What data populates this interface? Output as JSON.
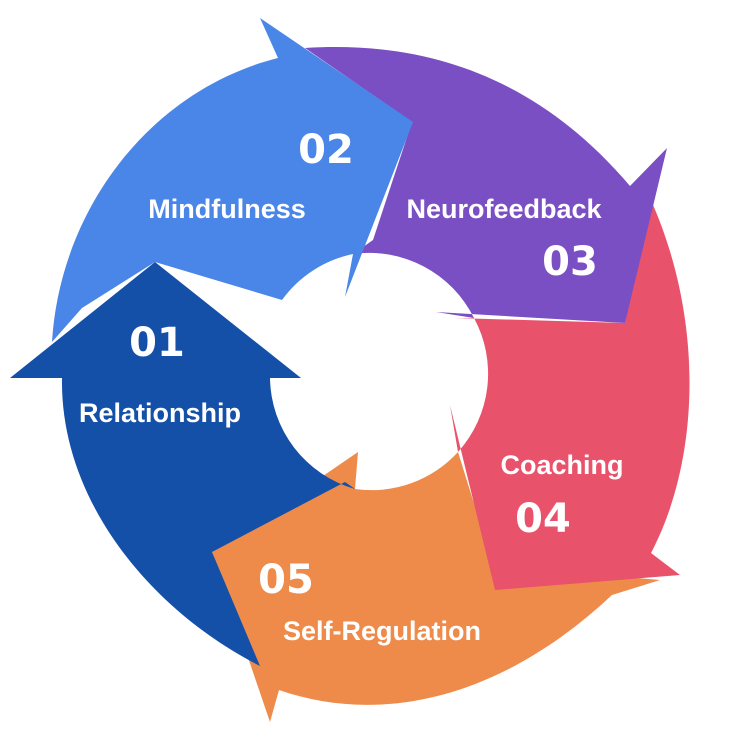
{
  "steps": [
    {
      "number": "01",
      "label": "Relationship",
      "color": "#1450a8"
    },
    {
      "number": "02",
      "label": "Mindfulness",
      "color": "#4a86e8"
    },
    {
      "number": "03",
      "label": "Neurofeedback",
      "color": "#7b4fc4"
    },
    {
      "number": "04",
      "label": "Coaching",
      "color": "#e8536b"
    },
    {
      "number": "05",
      "label": "Self-Regulation",
      "color": "#ee8b4a"
    }
  ],
  "background_color": "#ffffff"
}
